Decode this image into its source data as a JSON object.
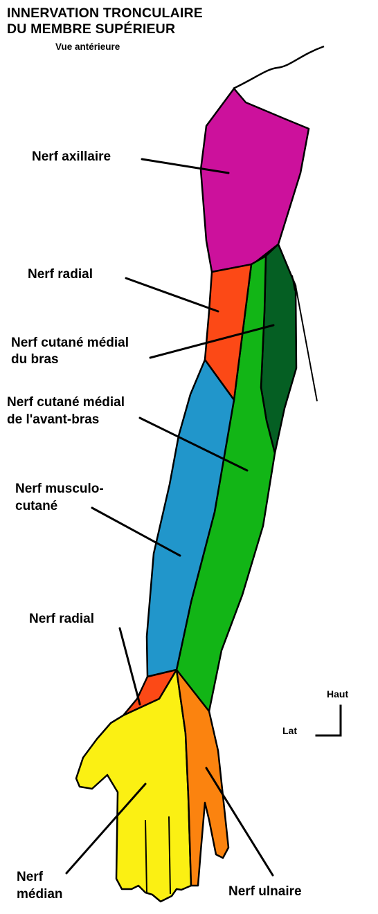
{
  "title_line1": "INNERVATION TRONCULAIRE",
  "title_line2": "DU MEMBRE SUPÉRIEUR",
  "subtitle": "Vue antérieure",
  "labels": {
    "axillaire": "Nerf axillaire",
    "radial_arm": "Nerf radial",
    "cutane_bras_1": "Nerf cutané médial",
    "cutane_bras_2": "du bras",
    "cutane_avb_1": "Nerf cutané médial",
    "cutane_avb_2": "de l'avant-bras",
    "musculo_1": "Nerf musculo-",
    "musculo_2": "cutané",
    "radial_wrist": "Nerf radial",
    "median_1": "Nerf",
    "median_2": "médian",
    "ulnaire": "Nerf ulnaire"
  },
  "orientation": {
    "up": "Haut",
    "lateral": "Lat"
  },
  "colors": {
    "axillaire": "#cc119c",
    "radial": "#fc4916",
    "cutane_medial_bras": "#055f23",
    "cutane_medial_avant_bras": "#12b516",
    "musculo_cutane": "#2196cb",
    "median": "#fbf013",
    "ulnaire": "#fb830f"
  }
}
